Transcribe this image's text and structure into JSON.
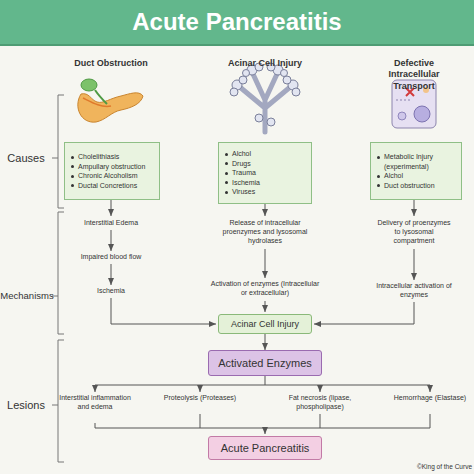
{
  "diagram": {
    "title": "Acute Pancreatitis",
    "nodes": [
      {
        "text": [
          "Cholelithiasis",
          "Ampullary obstruction",
          "Chronic Alcoholism",
          "Ductal Concretions"
        ]
      },
      {
        "text": [
          "Alchol",
          "Drugs",
          "Trauma",
          "Ischemia",
          "Viruses"
        ]
      },
      {
        "text": [
          "Metabolic Injury (experimental)",
          "Alchol",
          "Duct obstruction"
        ]
      },
      {
        "text": [
          "Acinar Cell Injury"
        ]
      },
      {
        "text": [
          "Activated Enzymes"
        ]
      },
      {
        "text": [
          "Acute Pancreatitis"
        ]
      }
    ],
    "edges": [
      {
        "from": 3,
        "to": 4,
        "arrow": "to"
      }
    ],
    "labels": [
      "Causes",
      "Mechanisms",
      "Lesions",
      "Duct Obstruction",
      "Acinar Cell Injury",
      "Defective Intracellular Transport",
      "Interstitial Edema",
      "Impaired blood flow",
      "Ischemia",
      "Release of intracellular proenzymes and lysosomal hydrolases",
      "Activation of enzymes (Intracellular or extracellular)",
      "Delivery of proenzymes to lysosomal compartment",
      "Intracellular activation of enzymes",
      "Interstitial inflammation and edema",
      "Proteolysis (Proteases)",
      "Fat necrosis (lipase, phospholipase)",
      "Hemorrhage (Elastase)",
      "©King of the Curve"
    ]
  }
}
